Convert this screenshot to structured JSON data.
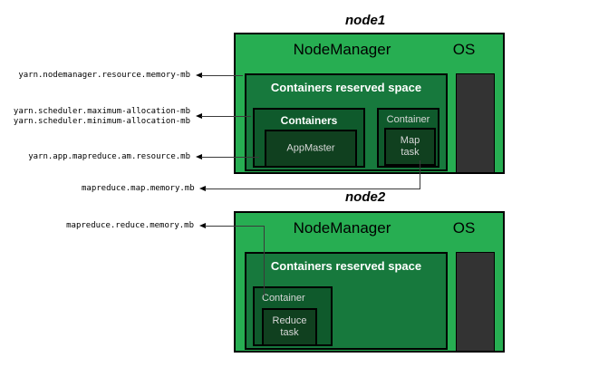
{
  "diagram": {
    "title_node1": "node1",
    "title_node2": "node2",
    "nodemanager_label": "NodeManager",
    "os_label": "OS",
    "reserved_space_label": "Containers reserved space",
    "containers_label": "Containers",
    "container_label": "Container",
    "appmaster_label": "AppMaster",
    "map_task_label": "Map\ntask",
    "map_task_line1": "Map",
    "map_task_line2": "task",
    "reduce_task_line1": "Reduce",
    "reduce_task_line2": "task"
  },
  "annotations": [
    {
      "id": "nm-resource-memory",
      "text": "yarn.nodemanager.resource.memory-mb"
    },
    {
      "id": "scheduler-max-alloc",
      "text": "yarn.scheduler.maximum-allocation-mb"
    },
    {
      "id": "scheduler-min-alloc",
      "text": "yarn.scheduler.minimum-allocation-mb"
    },
    {
      "id": "am-resource-mb",
      "text": "yarn.app.mapreduce.am.resource.mb"
    },
    {
      "id": "map-memory-mb",
      "text": "mapreduce.map.memory.mb"
    },
    {
      "id": "reduce-memory-mb",
      "text": "mapreduce.reduce.memory.mb"
    }
  ],
  "colors": {
    "node_green": "#27ae52",
    "reserved_green": "#17793d",
    "containers_green": "#0f5a2c",
    "task_green": "#10401f",
    "os_dark": "#333333",
    "outline": "#000000",
    "connector": "#3a3a3a",
    "text_light": "#d8d8d8",
    "text_white": "#ffffff"
  }
}
